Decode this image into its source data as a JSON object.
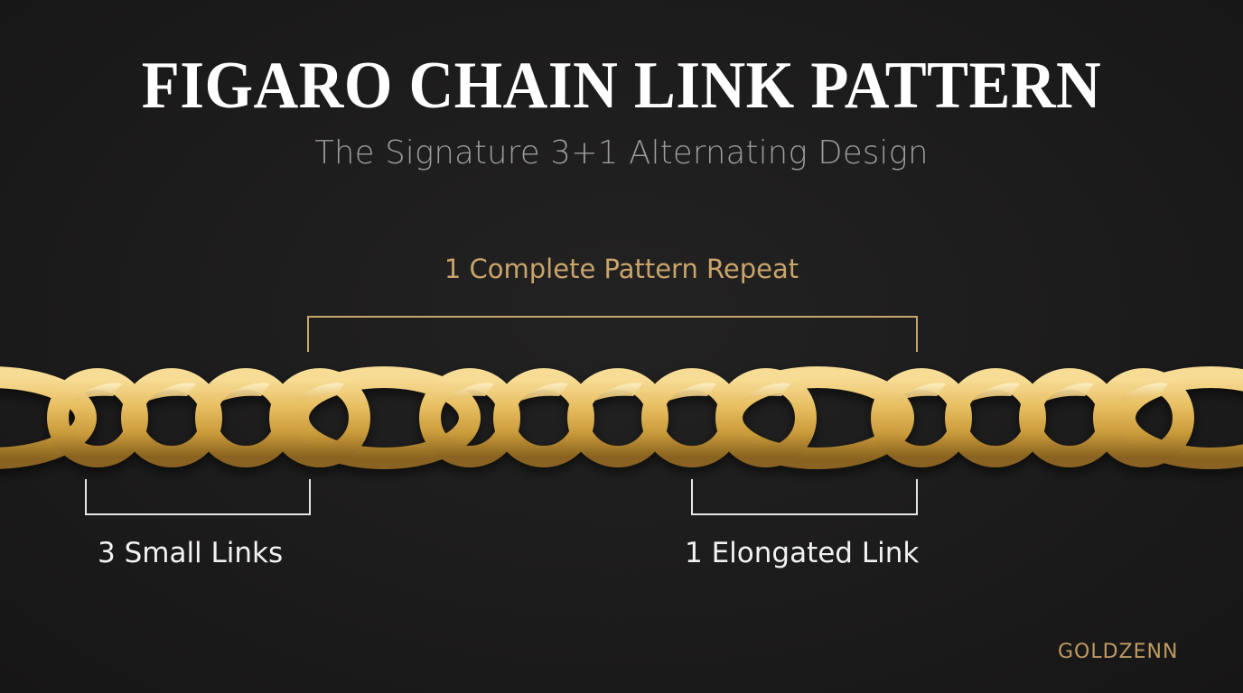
{
  "header": {
    "title": "FIGARO CHAIN LINK PATTERN",
    "subtitle": "The Signature 3+1 Alternating Design"
  },
  "annotations": {
    "pattern_repeat": "1 Complete Pattern Repeat",
    "small_links": "3 Small Links",
    "elongated_link": "1 Elongated Link"
  },
  "brand": "GOLDZENN",
  "colors": {
    "background": "#1c1b1b",
    "gold_accent": "#c9a46a",
    "title": "#ffffff",
    "subtitle": "#9c9c9c",
    "label_white": "#f2f2f2",
    "chain_gold": "#e8bf62"
  },
  "chain": {
    "pattern": "3 small curb links + 1 elongated link, repeating",
    "links": [
      "elongated",
      "small",
      "small",
      "small",
      "elongated",
      "small",
      "small",
      "small",
      "elongated",
      "small",
      "small",
      "small",
      "elongated"
    ]
  }
}
